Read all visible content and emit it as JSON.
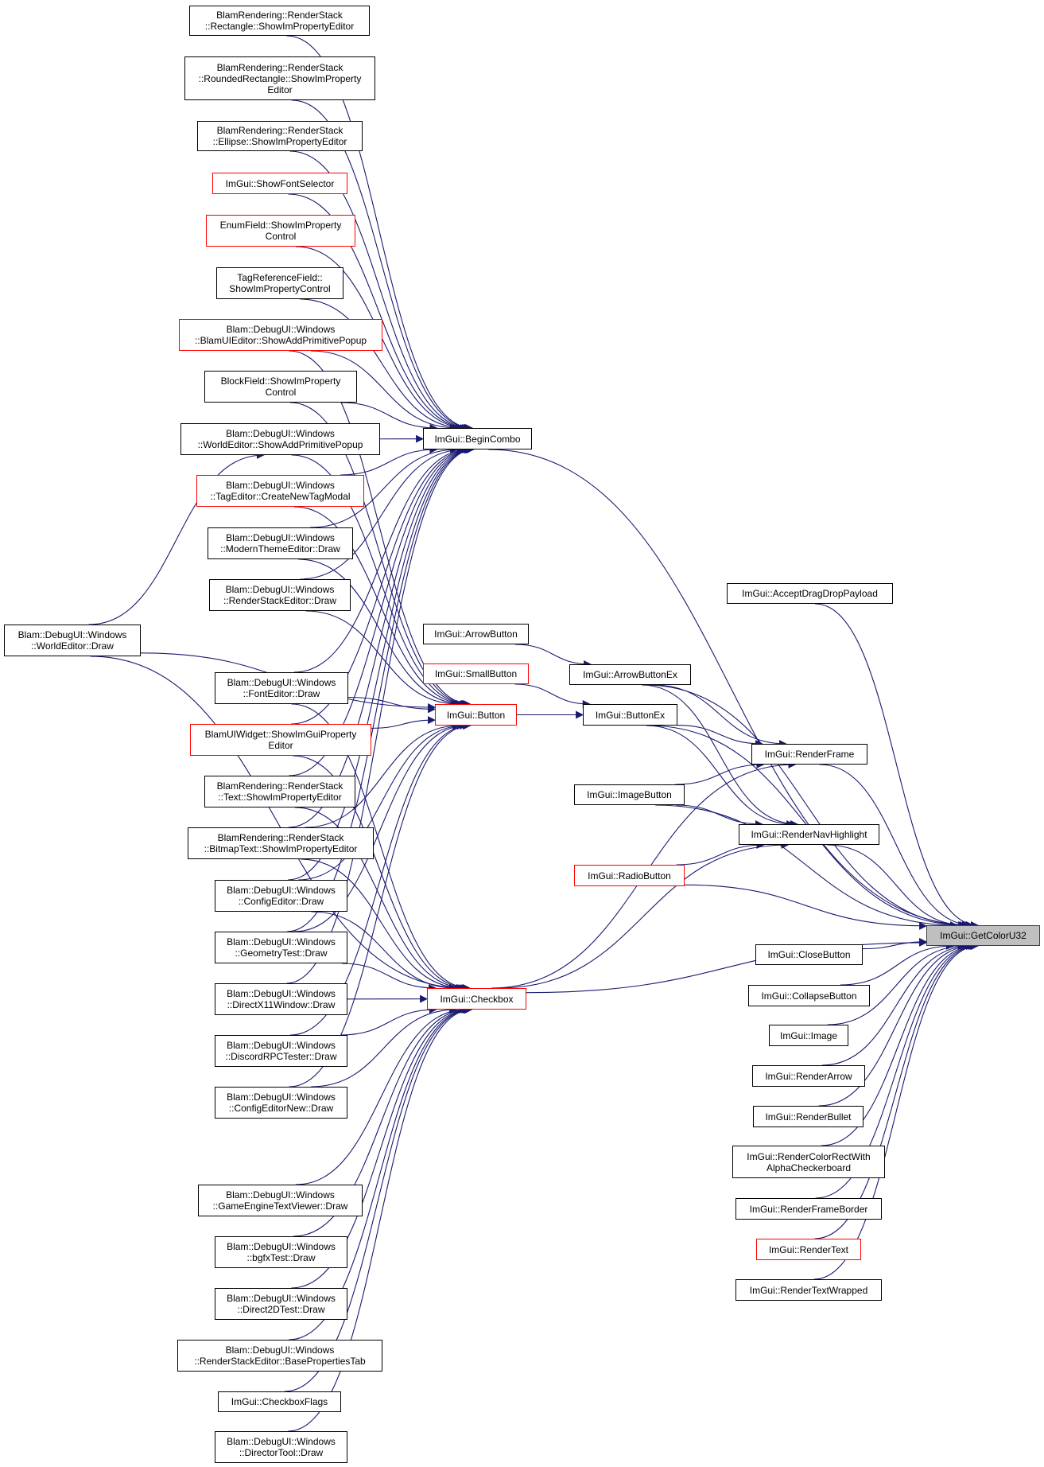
{
  "colors": {
    "edge": "#191970",
    "node_border": "#000000",
    "incomplete_node_border": "#ff0000",
    "target_fill": "#bfbfbf"
  },
  "nodes": {
    "n1": {
      "lines": [
        "BlamRendering::RenderStack",
        "::Rectangle::ShowImPropertyEditor"
      ],
      "red": false
    },
    "n2": {
      "lines": [
        "BlamRendering::RenderStack",
        "::RoundedRectangle::ShowImProperty",
        "Editor"
      ],
      "red": false
    },
    "n3": {
      "lines": [
        "BlamRendering::RenderStack",
        "::Ellipse::ShowImPropertyEditor"
      ],
      "red": false
    },
    "n4": {
      "lines": [
        "ImGui::ShowFontSelector"
      ],
      "red": true
    },
    "n5": {
      "lines": [
        "EnumField::ShowImProperty",
        "Control"
      ],
      "red": true
    },
    "n6": {
      "lines": [
        "TagReferenceField::",
        "ShowImPropertyControl"
      ],
      "red": false
    },
    "n7": {
      "lines": [
        "Blam::DebugUI::Windows",
        "::BlamUIEditor::ShowAddPrimitivePopup"
      ],
      "red": true
    },
    "n8": {
      "lines": [
        "BlockField::ShowImProperty",
        "Control"
      ],
      "red": false
    },
    "n9": {
      "lines": [
        "Blam::DebugUI::Windows",
        "::WorldEditor::ShowAddPrimitivePopup"
      ],
      "red": false
    },
    "n10": {
      "lines": [
        "Blam::DebugUI::Windows",
        "::TagEditor::CreateNewTagModal"
      ],
      "red": true
    },
    "n11": {
      "lines": [
        "Blam::DebugUI::Windows",
        "::ModernThemeEditor::Draw"
      ],
      "red": false
    },
    "n12": {
      "lines": [
        "Blam::DebugUI::Windows",
        "::RenderStackEditor::Draw"
      ],
      "red": false
    },
    "n13": {
      "lines": [
        "Blam::DebugUI::Windows",
        "::WorldEditor::Draw"
      ],
      "red": false
    },
    "n14": {
      "lines": [
        "Blam::DebugUI::Windows",
        "::FontEditor::Draw"
      ],
      "red": false
    },
    "n15": {
      "lines": [
        "BlamUIWidget::ShowImGuiProperty",
        "Editor"
      ],
      "red": true
    },
    "n16": {
      "lines": [
        "BlamRendering::RenderStack",
        "::Text::ShowImPropertyEditor"
      ],
      "red": false
    },
    "n17": {
      "lines": [
        "BlamRendering::RenderStack",
        "::BitmapText::ShowImPropertyEditor"
      ],
      "red": false
    },
    "n18": {
      "lines": [
        "Blam::DebugUI::Windows",
        "::ConfigEditor::Draw"
      ],
      "red": false
    },
    "n19": {
      "lines": [
        "Blam::DebugUI::Windows",
        "::GeometryTest::Draw"
      ],
      "red": false
    },
    "n20": {
      "lines": [
        "Blam::DebugUI::Windows",
        "::DirectX11Window::Draw"
      ],
      "red": false
    },
    "n21": {
      "lines": [
        "Blam::DebugUI::Windows",
        "::DiscordRPCTester::Draw"
      ],
      "red": false
    },
    "n22": {
      "lines": [
        "Blam::DebugUI::Windows",
        "::ConfigEditorNew::Draw"
      ],
      "red": false
    },
    "n23": {
      "lines": [
        "Blam::DebugUI::Windows",
        "::GameEngineTextViewer::Draw"
      ],
      "red": false
    },
    "n24": {
      "lines": [
        "Blam::DebugUI::Windows",
        "::bgfxTest::Draw"
      ],
      "red": false
    },
    "n25": {
      "lines": [
        "Blam::DebugUI::Windows",
        "::Direct2DTest::Draw"
      ],
      "red": false
    },
    "n26": {
      "lines": [
        "Blam::DebugUI::Windows",
        "::RenderStackEditor::BasePropertiesTab"
      ],
      "red": false
    },
    "n27": {
      "lines": [
        "ImGui::CheckboxFlags"
      ],
      "red": false
    },
    "n28": {
      "lines": [
        "Blam::DebugUI::Windows",
        "::DirectorTool::Draw"
      ],
      "red": false
    },
    "beginCombo": {
      "lines": [
        "ImGui::BeginCombo"
      ],
      "red": false
    },
    "button": {
      "lines": [
        "ImGui::Button"
      ],
      "red": true
    },
    "checkbox": {
      "lines": [
        "ImGui::Checkbox"
      ],
      "red": true
    },
    "arrowButton": {
      "lines": [
        "ImGui::ArrowButton"
      ],
      "red": false
    },
    "smallButton": {
      "lines": [
        "ImGui::SmallButton"
      ],
      "red": true
    },
    "arrowButtonEx": {
      "lines": [
        "ImGui::ArrowButtonEx"
      ],
      "red": false
    },
    "buttonEx": {
      "lines": [
        "ImGui::ButtonEx"
      ],
      "red": false
    },
    "imageButton": {
      "lines": [
        "ImGui::ImageButton"
      ],
      "red": false
    },
    "radioButton": {
      "lines": [
        "ImGui::RadioButton"
      ],
      "red": true
    },
    "acceptDragDrop": {
      "lines": [
        "ImGui::AcceptDragDropPayload"
      ],
      "red": false
    },
    "renderFrame": {
      "lines": [
        "ImGui::RenderFrame"
      ],
      "red": false
    },
    "renderNavHighlight": {
      "lines": [
        "ImGui::RenderNavHighlight"
      ],
      "red": false
    },
    "getColorU32": {
      "lines": [
        "ImGui::GetColorU32"
      ],
      "red": false
    },
    "closeButton": {
      "lines": [
        "ImGui::CloseButton"
      ],
      "red": false
    },
    "collapseButton": {
      "lines": [
        "ImGui::CollapseButton"
      ],
      "red": false
    },
    "image": {
      "lines": [
        "ImGui::Image"
      ],
      "red": false
    },
    "renderArrow": {
      "lines": [
        "ImGui::RenderArrow"
      ],
      "red": false
    },
    "renderBullet": {
      "lines": [
        "ImGui::RenderBullet"
      ],
      "red": false
    },
    "renderColorRect": {
      "lines": [
        "ImGui::RenderColorRectWith",
        "AlphaCheckerboard"
      ],
      "red": false
    },
    "renderFrameBorder": {
      "lines": [
        "ImGui::RenderFrameBorder"
      ],
      "red": false
    },
    "renderText": {
      "lines": [
        "ImGui::RenderText"
      ],
      "red": true
    },
    "renderTextWrapped": {
      "lines": [
        "ImGui::RenderTextWrapped"
      ],
      "red": false
    }
  },
  "edges": [
    [
      "n1",
      "beginCombo"
    ],
    [
      "n2",
      "beginCombo"
    ],
    [
      "n3",
      "beginCombo"
    ],
    [
      "n4",
      "beginCombo"
    ],
    [
      "n5",
      "beginCombo"
    ],
    [
      "n6",
      "beginCombo"
    ],
    [
      "n7",
      "beginCombo"
    ],
    [
      "n8",
      "beginCombo"
    ],
    [
      "n9",
      "beginCombo"
    ],
    [
      "n10",
      "beginCombo"
    ],
    [
      "n11",
      "beginCombo"
    ],
    [
      "n12",
      "beginCombo"
    ],
    [
      "n14",
      "beginCombo"
    ],
    [
      "n15",
      "beginCombo"
    ],
    [
      "n16",
      "beginCombo"
    ],
    [
      "n17",
      "beginCombo"
    ],
    [
      "n18",
      "beginCombo"
    ],
    [
      "n19",
      "beginCombo"
    ],
    [
      "n20",
      "beginCombo"
    ],
    [
      "n13",
      "n9"
    ],
    [
      "n7",
      "button"
    ],
    [
      "n8",
      "button"
    ],
    [
      "n9",
      "button"
    ],
    [
      "n10",
      "button"
    ],
    [
      "n11",
      "button"
    ],
    [
      "n12",
      "button"
    ],
    [
      "n13",
      "button"
    ],
    [
      "n14",
      "button"
    ],
    [
      "n15",
      "button"
    ],
    [
      "n17",
      "button"
    ],
    [
      "n18",
      "button"
    ],
    [
      "n19",
      "button"
    ],
    [
      "n21",
      "button"
    ],
    [
      "n22",
      "button"
    ],
    [
      "n13",
      "checkbox"
    ],
    [
      "n14",
      "checkbox"
    ],
    [
      "n15",
      "checkbox"
    ],
    [
      "n16",
      "checkbox"
    ],
    [
      "n17",
      "checkbox"
    ],
    [
      "n18",
      "checkbox"
    ],
    [
      "n19",
      "checkbox"
    ],
    [
      "n20",
      "checkbox"
    ],
    [
      "n21",
      "checkbox"
    ],
    [
      "n22",
      "checkbox"
    ],
    [
      "n23",
      "checkbox"
    ],
    [
      "n24",
      "checkbox"
    ],
    [
      "n25",
      "checkbox"
    ],
    [
      "n26",
      "checkbox"
    ],
    [
      "n27",
      "checkbox"
    ],
    [
      "n28",
      "checkbox"
    ],
    [
      "button",
      "buttonEx"
    ],
    [
      "smallButton",
      "buttonEx"
    ],
    [
      "arrowButton",
      "arrowButtonEx"
    ],
    [
      "arrowButtonEx",
      "renderFrame"
    ],
    [
      "buttonEx",
      "renderFrame"
    ],
    [
      "imageButton",
      "renderFrame"
    ],
    [
      "checkbox",
      "renderFrame"
    ],
    [
      "arrowButtonEx",
      "renderNavHighlight"
    ],
    [
      "buttonEx",
      "renderNavHighlight"
    ],
    [
      "imageButton",
      "renderNavHighlight"
    ],
    [
      "checkbox",
      "renderNavHighlight"
    ],
    [
      "radioButton",
      "renderNavHighlight"
    ],
    [
      "beginCombo",
      "getColorU32"
    ],
    [
      "acceptDragDrop",
      "getColorU32"
    ],
    [
      "arrowButtonEx",
      "getColorU32"
    ],
    [
      "buttonEx",
      "getColorU32"
    ],
    [
      "renderFrame",
      "getColorU32"
    ],
    [
      "imageButton",
      "getColorU32"
    ],
    [
      "renderNavHighlight",
      "getColorU32"
    ],
    [
      "radioButton",
      "getColorU32"
    ],
    [
      "checkbox",
      "getColorU32"
    ],
    [
      "closeButton",
      "getColorU32"
    ],
    [
      "collapseButton",
      "getColorU32"
    ],
    [
      "image",
      "getColorU32"
    ],
    [
      "renderArrow",
      "getColorU32"
    ],
    [
      "renderBullet",
      "getColorU32"
    ],
    [
      "renderColorRect",
      "getColorU32"
    ],
    [
      "renderFrameBorder",
      "getColorU32"
    ],
    [
      "renderText",
      "getColorU32"
    ],
    [
      "renderTextWrapped",
      "getColorU32"
    ]
  ]
}
